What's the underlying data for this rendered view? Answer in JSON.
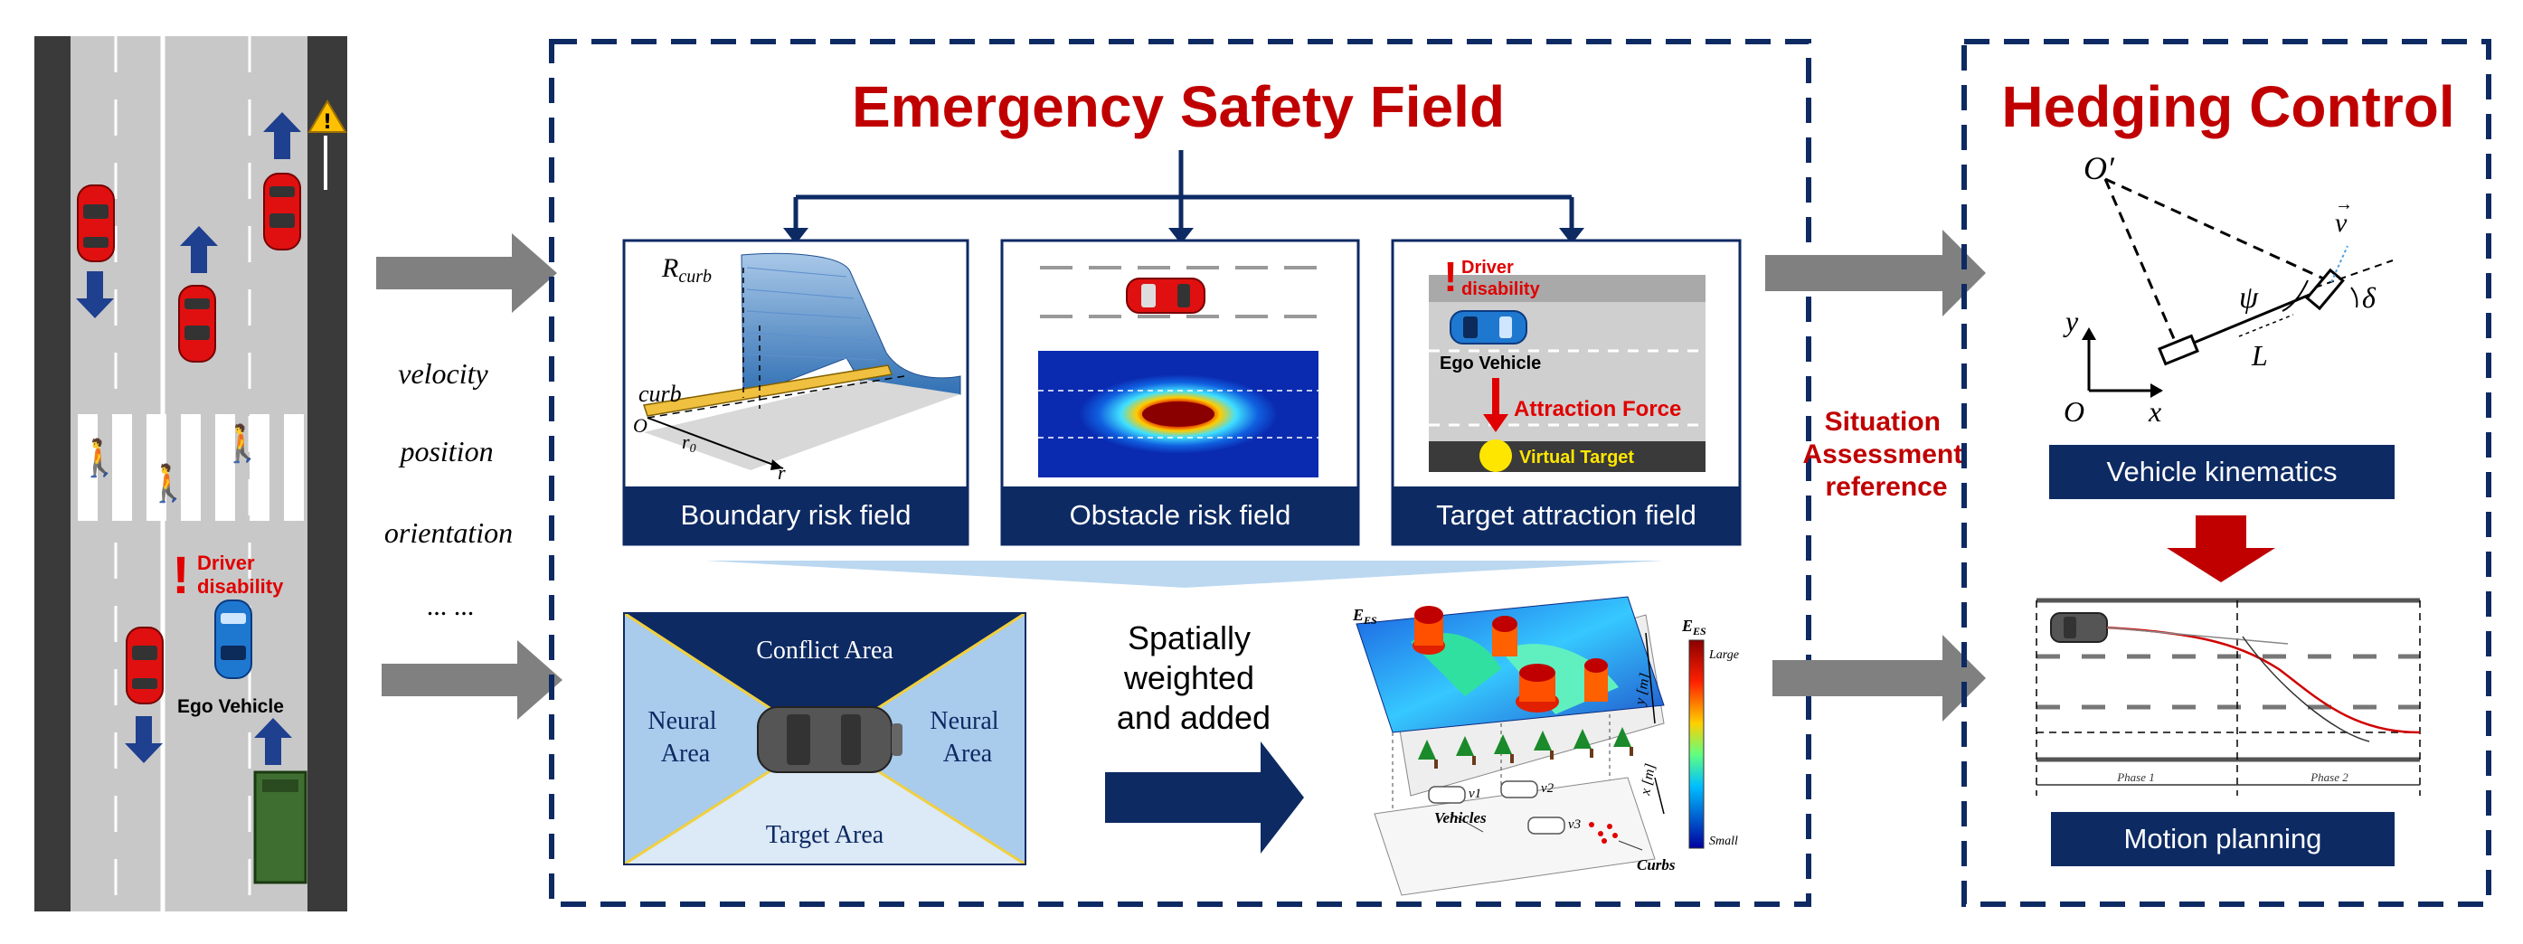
{
  "road_scene": {
    "driver_disability": [
      "Driver",
      "disability"
    ],
    "ego_vehicle": "Ego Vehicle"
  },
  "inputs": {
    "velocity": "velocity",
    "position": "position",
    "orientation": "orientation",
    "ellipsis": "... ..."
  },
  "esf": {
    "title": "Emergency Safety Field",
    "boundary": {
      "caption": "Boundary risk field",
      "r_curb": "R",
      "r_curb_sub": "curb",
      "curb": "curb",
      "origin": "O",
      "r0": "r",
      "r0_sub": "0",
      "r": "r"
    },
    "obstacle": {
      "caption": "Obstacle risk field"
    },
    "target": {
      "caption": "Target attraction field",
      "driver_disability": [
        "Driver",
        "disability"
      ],
      "ego_vehicle": "Ego Vehicle",
      "attraction_force": "Attraction Force",
      "virtual_target": "Virtual Target"
    },
    "areas": {
      "conflict": "Conflict Area",
      "neural_left": [
        "Neural",
        "Area"
      ],
      "neural_right": [
        "Neural",
        "Area"
      ],
      "target": "Target Area"
    },
    "combine_text": [
      "Spatially",
      "weighted",
      "and added"
    ],
    "surface": {
      "z_label": "E",
      "z_sub": "ES",
      "colorbar_label": "E",
      "colorbar_sub": "ES",
      "large": "Large",
      "small": "Small",
      "y_axis": "y [m]",
      "x_axis": "x [m]",
      "vehicles": "Vehicles",
      "curbs": "Curbs",
      "v1": "v1",
      "v2": "v2",
      "v3": "v3"
    }
  },
  "situation": [
    "Situation",
    "Assessment",
    "reference"
  ],
  "hedging": {
    "title": "Hedging Control",
    "kinematics": {
      "O_prime": "O′",
      "v": "v",
      "psi": "ψ",
      "delta": "δ",
      "L": "L",
      "y": "y",
      "x": "x",
      "O": "O",
      "caption": "Vehicle kinematics"
    },
    "planning": {
      "caption": "Motion planning",
      "phase1": "Phase 1",
      "phase2": "Phase 2"
    }
  },
  "colors": {
    "navy": "#0d2a63",
    "red_title": "#c00000",
    "grey_arrow": "#808080",
    "road": "#c8c8c8",
    "asphalt_edge": "#3a3a3a"
  }
}
